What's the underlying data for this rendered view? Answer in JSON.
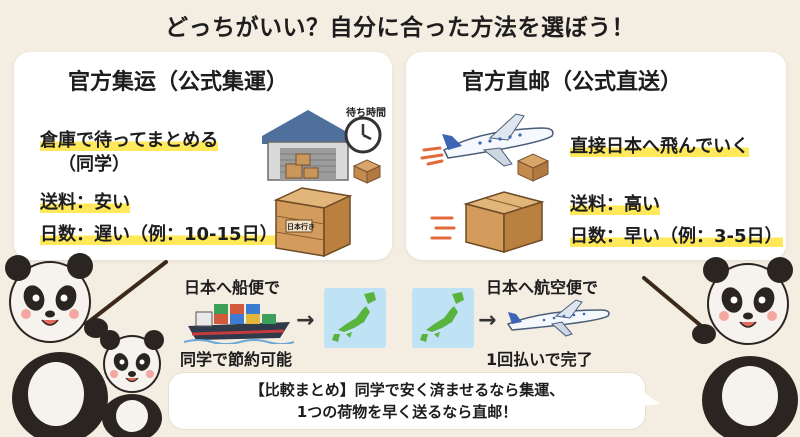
{
  "title": "どっちがいい？自分に合った方法を選ぼう！",
  "left_card": {
    "title": "官方集运（公式集運）",
    "wait_label": "待ち時間",
    "desc_line1": "倉庫で待ってまとめる",
    "desc_line2": "（同学）",
    "fee": "送料：安い",
    "days": "日数：遅い（例：10-15日）",
    "box_label": "日本行き"
  },
  "right_card": {
    "title": "官方直邮（公式直送）",
    "desc": "直接日本へ飛んでいく",
    "fee": "送料：高い",
    "days": "日数：早い（例：3-5日）"
  },
  "left_flow": {
    "caption": "日本へ船便で",
    "note": "同学で節約可能"
  },
  "right_flow": {
    "caption": "日本へ航空便で",
    "note": "1回払いで完了"
  },
  "summary": {
    "line1": "【比較まとめ】同学で安く済ませるなら集運、",
    "line2": "1つの荷物を早く送るなら直邮！"
  },
  "colors": {
    "background": "#f4ede2",
    "card": "#ffffff",
    "highlight": "#ffe85a",
    "ocean": "#bfe3f5",
    "land": "#59b33f"
  }
}
